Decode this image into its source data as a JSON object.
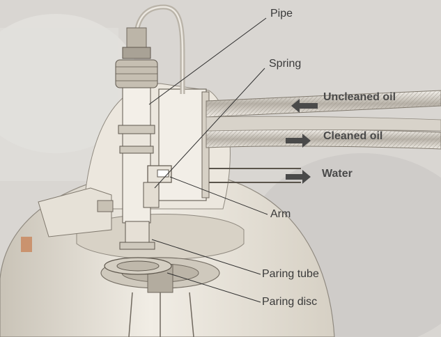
{
  "labels": {
    "pipe": "Pipe",
    "spring": "Spring",
    "arm": "Arm",
    "paring_tube": "Paring tube",
    "paring_disc": "Paring disc"
  },
  "flows": {
    "uncleaned_oil": "Uncleaned oil",
    "cleaned_oil": "Cleaned oil",
    "water": "Water"
  },
  "colors": {
    "machine_body": "#e9e4da",
    "background": "#dad7d3",
    "line": "#3a3a3a",
    "arrow": "#4a4a4a"
  }
}
